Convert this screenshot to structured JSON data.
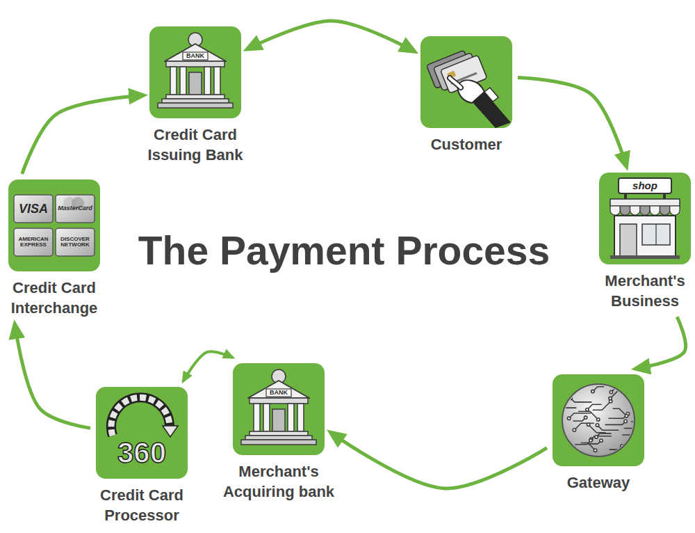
{
  "diagram": {
    "title": "The Payment Process",
    "nodes": [
      {
        "text": [
          "Credit Card Issuing Bank"
        ]
      },
      {
        "text": [
          "Customer"
        ]
      },
      {
        "text": [
          "Merchant's Business"
        ]
      },
      {
        "text": [
          "Gateway"
        ]
      },
      {
        "text": [
          "Merchant's Acquiring bank"
        ]
      },
      {
        "text": [
          "Credit Card Processor"
        ]
      },
      {
        "text": [
          "Credit Card Interchange"
        ]
      }
    ],
    "edges": [
      {
        "from": 0,
        "to": 1,
        "arrow": "both"
      },
      {
        "from": 1,
        "to": 2,
        "arrow": "to"
      },
      {
        "from": 2,
        "to": 3,
        "arrow": "to"
      },
      {
        "from": 3,
        "to": 4,
        "arrow": "to"
      },
      {
        "from": 4,
        "to": 5,
        "arrow": "both"
      },
      {
        "from": 5,
        "to": 6,
        "arrow": "to"
      },
      {
        "from": 6,
        "to": 0,
        "arrow": "to"
      }
    ],
    "labels": [
      "BANK",
      "shop",
      "BANK",
      "360",
      "VISA",
      "MasterCard",
      "AMERICAN EXPRESS",
      "DISCOVER NETWORK"
    ]
  }
}
